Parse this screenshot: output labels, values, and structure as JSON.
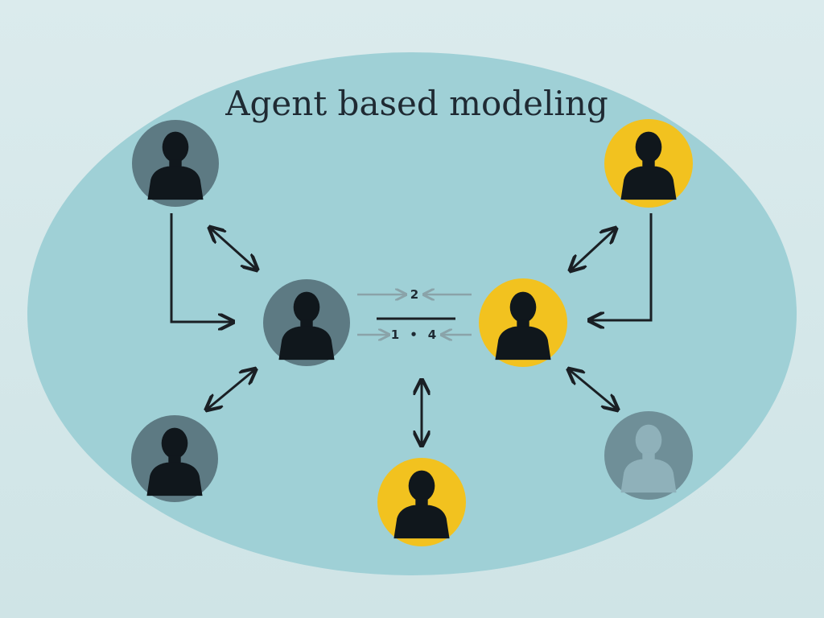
{
  "title": "Agent based modeling",
  "colors": {
    "background": "#d6e8ea",
    "ellipse": "#9fd0d6",
    "agent_gray": "#5d7a83",
    "agent_yellow": "#f2c21f",
    "agent_faded": "#6f8f98",
    "arrow": "#1a1f24",
    "arrow_light": "#8aa3a9",
    "silhouette": "#10171c"
  },
  "agents": [
    {
      "id": "agent-top-left",
      "style": "gray"
    },
    {
      "id": "agent-top-right",
      "style": "yellow"
    },
    {
      "id": "agent-center-left",
      "style": "gray"
    },
    {
      "id": "agent-center-right",
      "style": "yellow"
    },
    {
      "id": "agent-bottom-left",
      "style": "gray"
    },
    {
      "id": "agent-bottom-center",
      "style": "yellow"
    },
    {
      "id": "agent-bottom-right",
      "style": "faded"
    }
  ],
  "center_labels": {
    "top": "2",
    "bottom_left": "1",
    "bottom_dot": "•",
    "bottom_right": "4"
  }
}
